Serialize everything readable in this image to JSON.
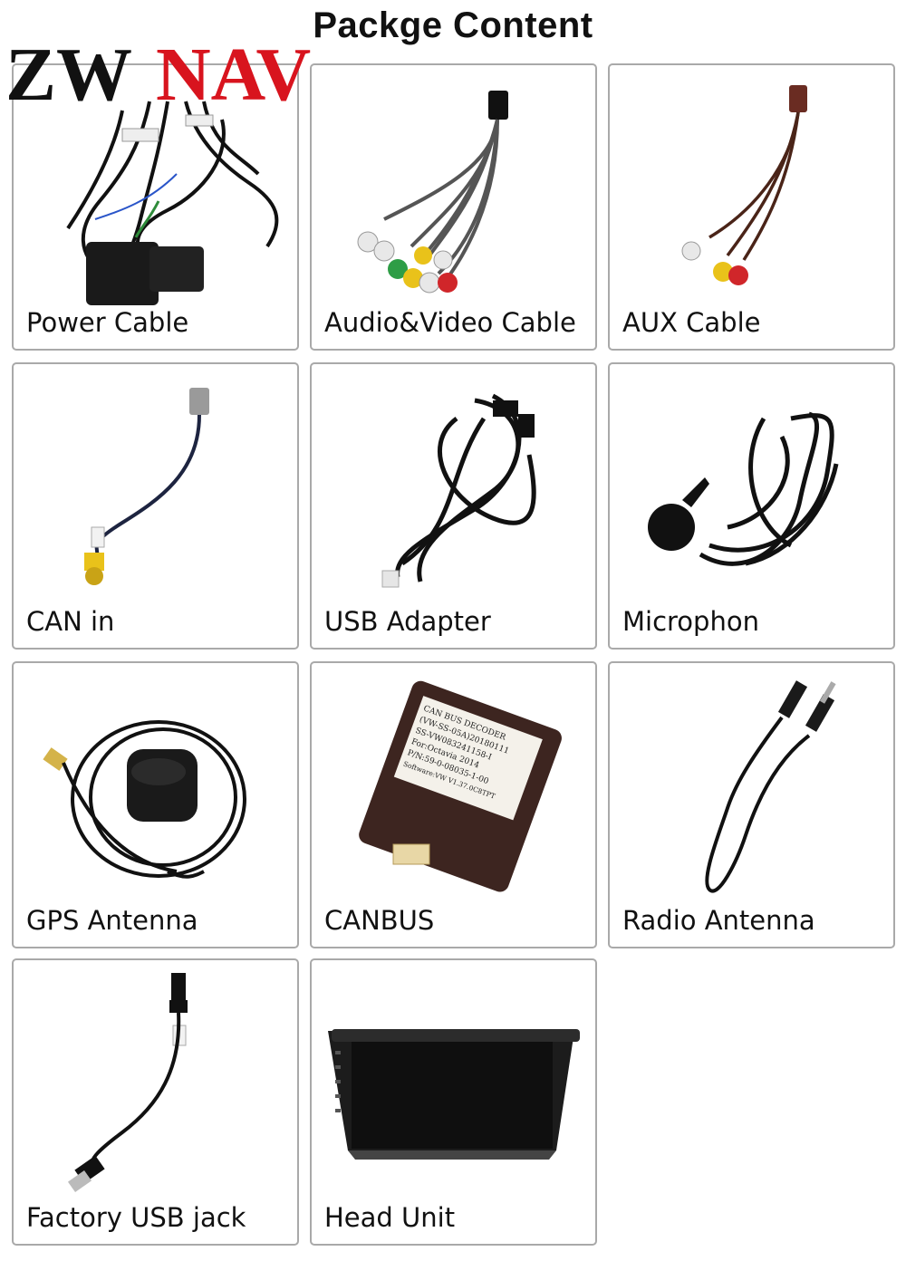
{
  "title": "Packge Content",
  "logo": {
    "text_part1": "ZW",
    "text_part2": "NAV",
    "color1": "#111111",
    "color2": "#d8141e"
  },
  "items": [
    {
      "label": "Power Cable"
    },
    {
      "label": "Audio&Video Cable"
    },
    {
      "label": "AUX Cable"
    },
    {
      "label": "CAN in"
    },
    {
      "label": "USB Adapter"
    },
    {
      "label": "Microphon"
    },
    {
      "label": "GPS Antenna"
    },
    {
      "label": "CANBUS"
    },
    {
      "label": "Radio Antenna"
    },
    {
      "label": "Factory USB jack"
    },
    {
      "label": "Head Unit"
    }
  ],
  "canbus_sticker": {
    "lines": [
      "CAN BUS DECODER",
      "(VW-SS-05A)20180111",
      "SS-VW083241158-I",
      "For:Octavia 2014",
      "P/N:59-0-08035-1-00",
      "Software:VW V1.37.0C8TPT"
    ]
  }
}
